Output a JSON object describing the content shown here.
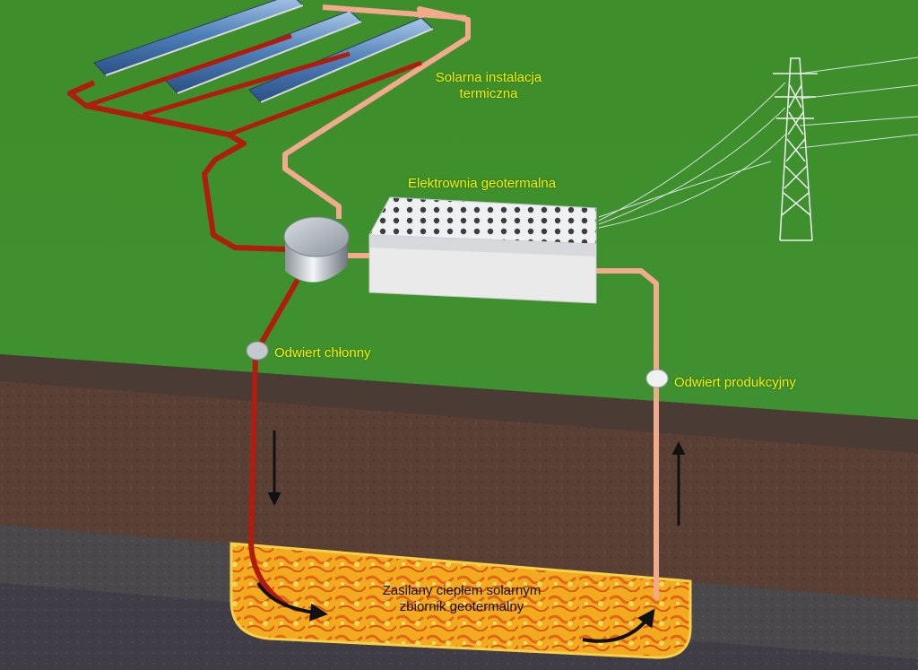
{
  "labels": {
    "solar_installation": [
      "Solarna instalacja",
      "termiczna"
    ],
    "power_plant": "Elektrownia geotermalna",
    "injection_well": "Odwiert chłonny",
    "production_well": "Odwiert produkcyjny",
    "reservoir": [
      "Zasilany ciepłem solarnym",
      "zbiornik geotermalny"
    ]
  },
  "colors": {
    "grass": "#3f8f2a",
    "label_text": "#f4f000",
    "hot_pipe": "#b01c0e",
    "cool_pipe": "#f3a98c",
    "soil_top": "#4a3a33",
    "soil_mid": "#5c4036",
    "rock": "#4d4a4c",
    "reservoir": "#f0a21a"
  },
  "icons": {
    "solar_collectors": "solar-collector-icon",
    "heat_exchanger": "tank-icon",
    "power_plant": "building-icon",
    "pylon": "transmission-tower-icon",
    "flow_down": "arrow-down-icon",
    "flow_up": "arrow-up-icon"
  }
}
